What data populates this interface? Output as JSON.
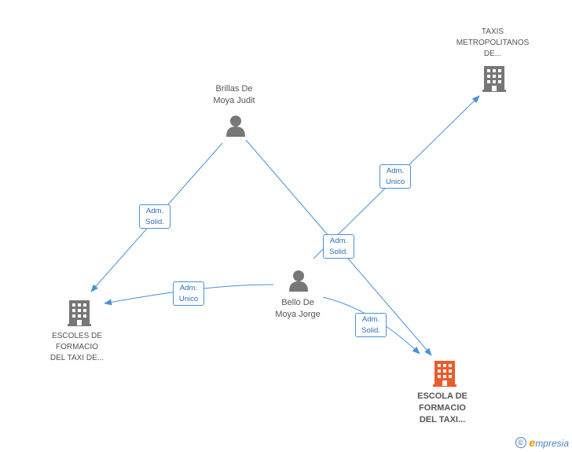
{
  "colors": {
    "edge": "#4a90d9",
    "icon_default": "#777777",
    "icon_main": "#ee5a2a",
    "text": "#555555"
  },
  "nodes": {
    "brillas": {
      "type": "person",
      "icon": "person-icon",
      "line1": "Brillas De",
      "line2": "Moya Judit"
    },
    "bello": {
      "type": "person",
      "icon": "person-icon",
      "line1": "Bello De",
      "line2": "Moya Jorge"
    },
    "taxis": {
      "type": "company",
      "icon": "building-icon",
      "line1": "TAXIS",
      "line2": "METROPOLITANOS",
      "line3": "DE..."
    },
    "escoles": {
      "type": "company",
      "icon": "building-icon",
      "line1": "ESCOLES DE",
      "line2": "FORMACIO",
      "line3": "DEL TAXI DE..."
    },
    "escola": {
      "type": "company",
      "icon": "building-icon",
      "highlight": true,
      "line1": "ESCOLA DE",
      "line2": "FORMACIO",
      "line3": "DEL TAXI..."
    }
  },
  "edges": {
    "brillas_escoles": {
      "from": "brillas",
      "to": "escoles",
      "line1": "Adm.",
      "line2": "Solid."
    },
    "brillas_escola": {
      "from": "brillas",
      "to": "escola",
      "line1": "Adm.",
      "line2": "Solid."
    },
    "bello_taxis": {
      "from": "bello",
      "to": "taxis",
      "line1": "Adm.",
      "line2": "Unico"
    },
    "bello_escoles": {
      "from": "bello",
      "to": "escoles",
      "line1": "Adm.",
      "line2": "Unico"
    },
    "bello_escola": {
      "from": "bello",
      "to": "escola",
      "line1": "Adm.",
      "line2": "Solid."
    }
  },
  "footer": {
    "copyright_symbol": "©",
    "brand_initial": "e",
    "brand_rest": "mpresia"
  }
}
